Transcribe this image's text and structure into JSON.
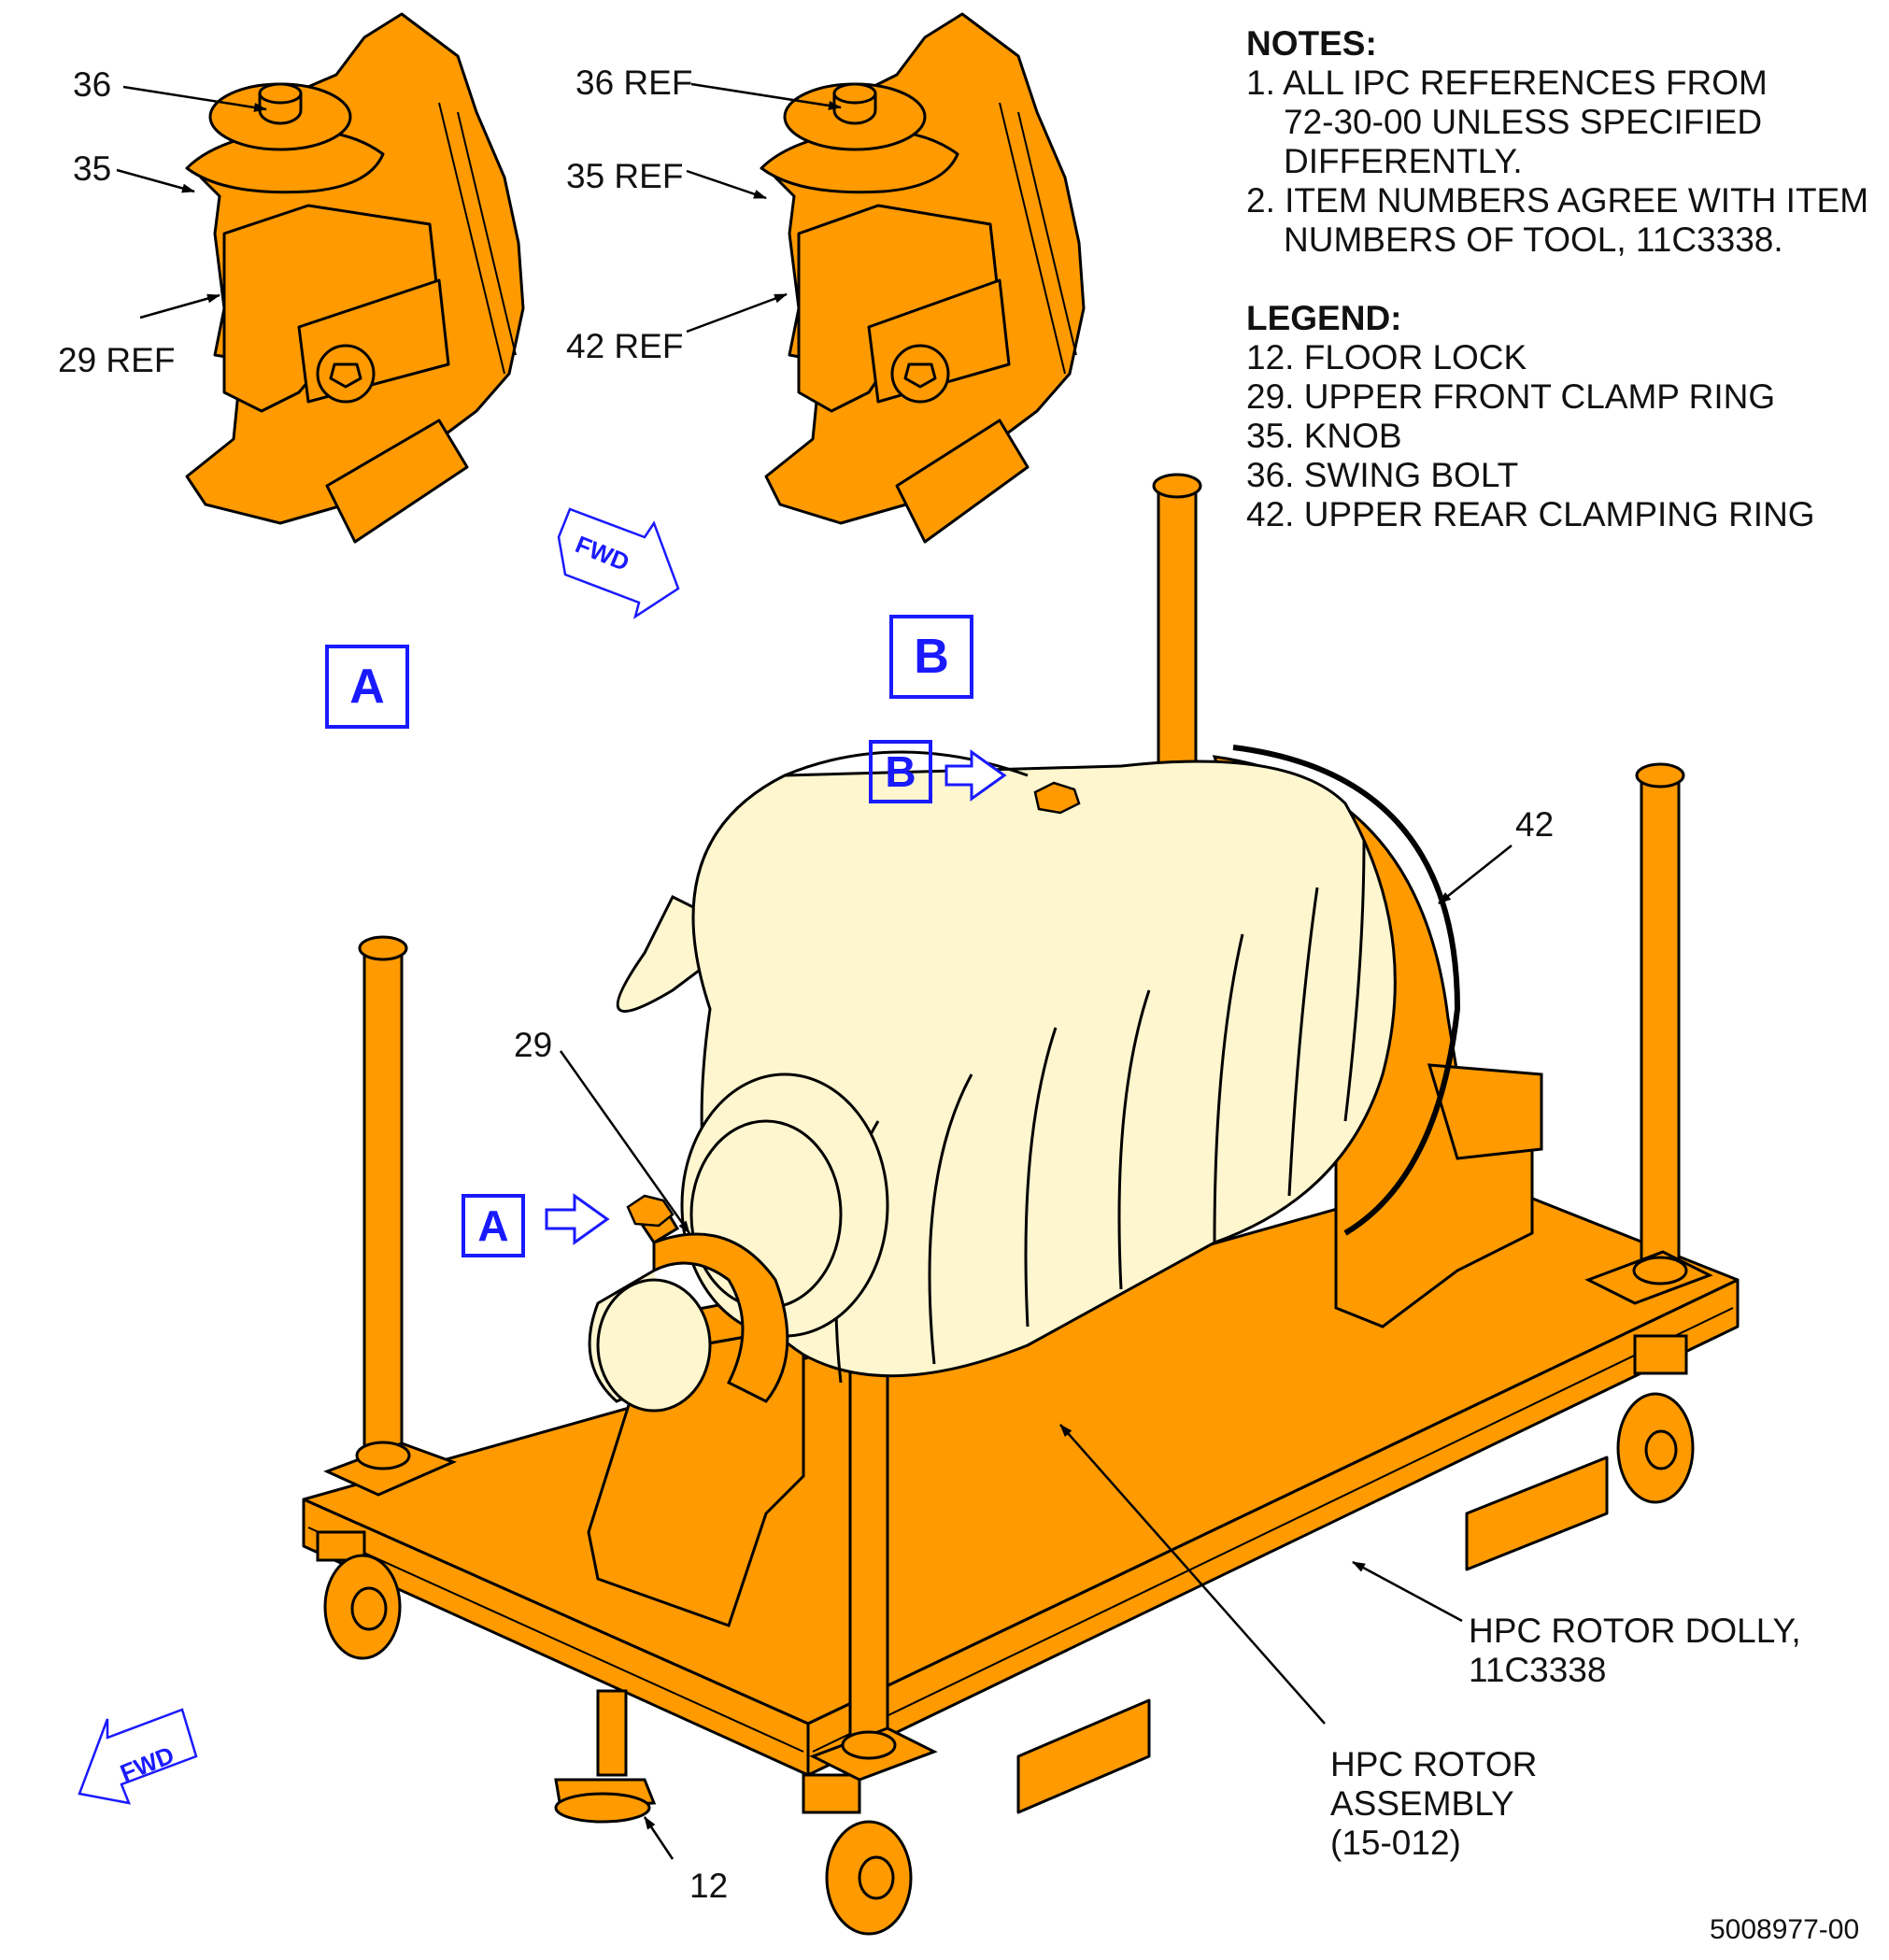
{
  "notes": {
    "heading": "NOTES:",
    "items": [
      [
        "1. ALL IPC REFERENCES FROM",
        "72-30-00 UNLESS SPECIFIED",
        "DIFFERENTLY."
      ],
      [
        "2. ITEM NUMBERS AGREE WITH ITEM",
        "NUMBERS OF TOOL, 11C3338."
      ]
    ]
  },
  "legend": {
    "heading": "LEGEND:",
    "items": [
      "12. FLOOR LOCK",
      "29. UPPER FRONT CLAMP RING",
      "35. KNOB",
      "36. SWING BOLT",
      "42. UPPER REAR CLAMPING RING"
    ]
  },
  "detail_a": {
    "labels": [
      "36",
      "35",
      "29 REF"
    ],
    "view_letter": "A"
  },
  "detail_b": {
    "labels": [
      "36 REF",
      "35 REF",
      "42 REF"
    ],
    "view_letter": "B"
  },
  "fwd_label": "FWD",
  "main_callouts": {
    "item_42": "42",
    "item_29": "29",
    "item_12": "12",
    "dolly": [
      "HPC ROTOR DOLLY,",
      "11C3338"
    ],
    "rotor": [
      "HPC ROTOR",
      "ASSEMBLY",
      "(15-012)"
    ],
    "view_a": "A",
    "view_b": "B"
  },
  "figure_number": "5008977-00",
  "colors": {
    "tool_orange": "#ff9a00",
    "rotor_cream": "#fdf6cf",
    "view_blue": "#1a1aff",
    "outline": "#000000"
  }
}
